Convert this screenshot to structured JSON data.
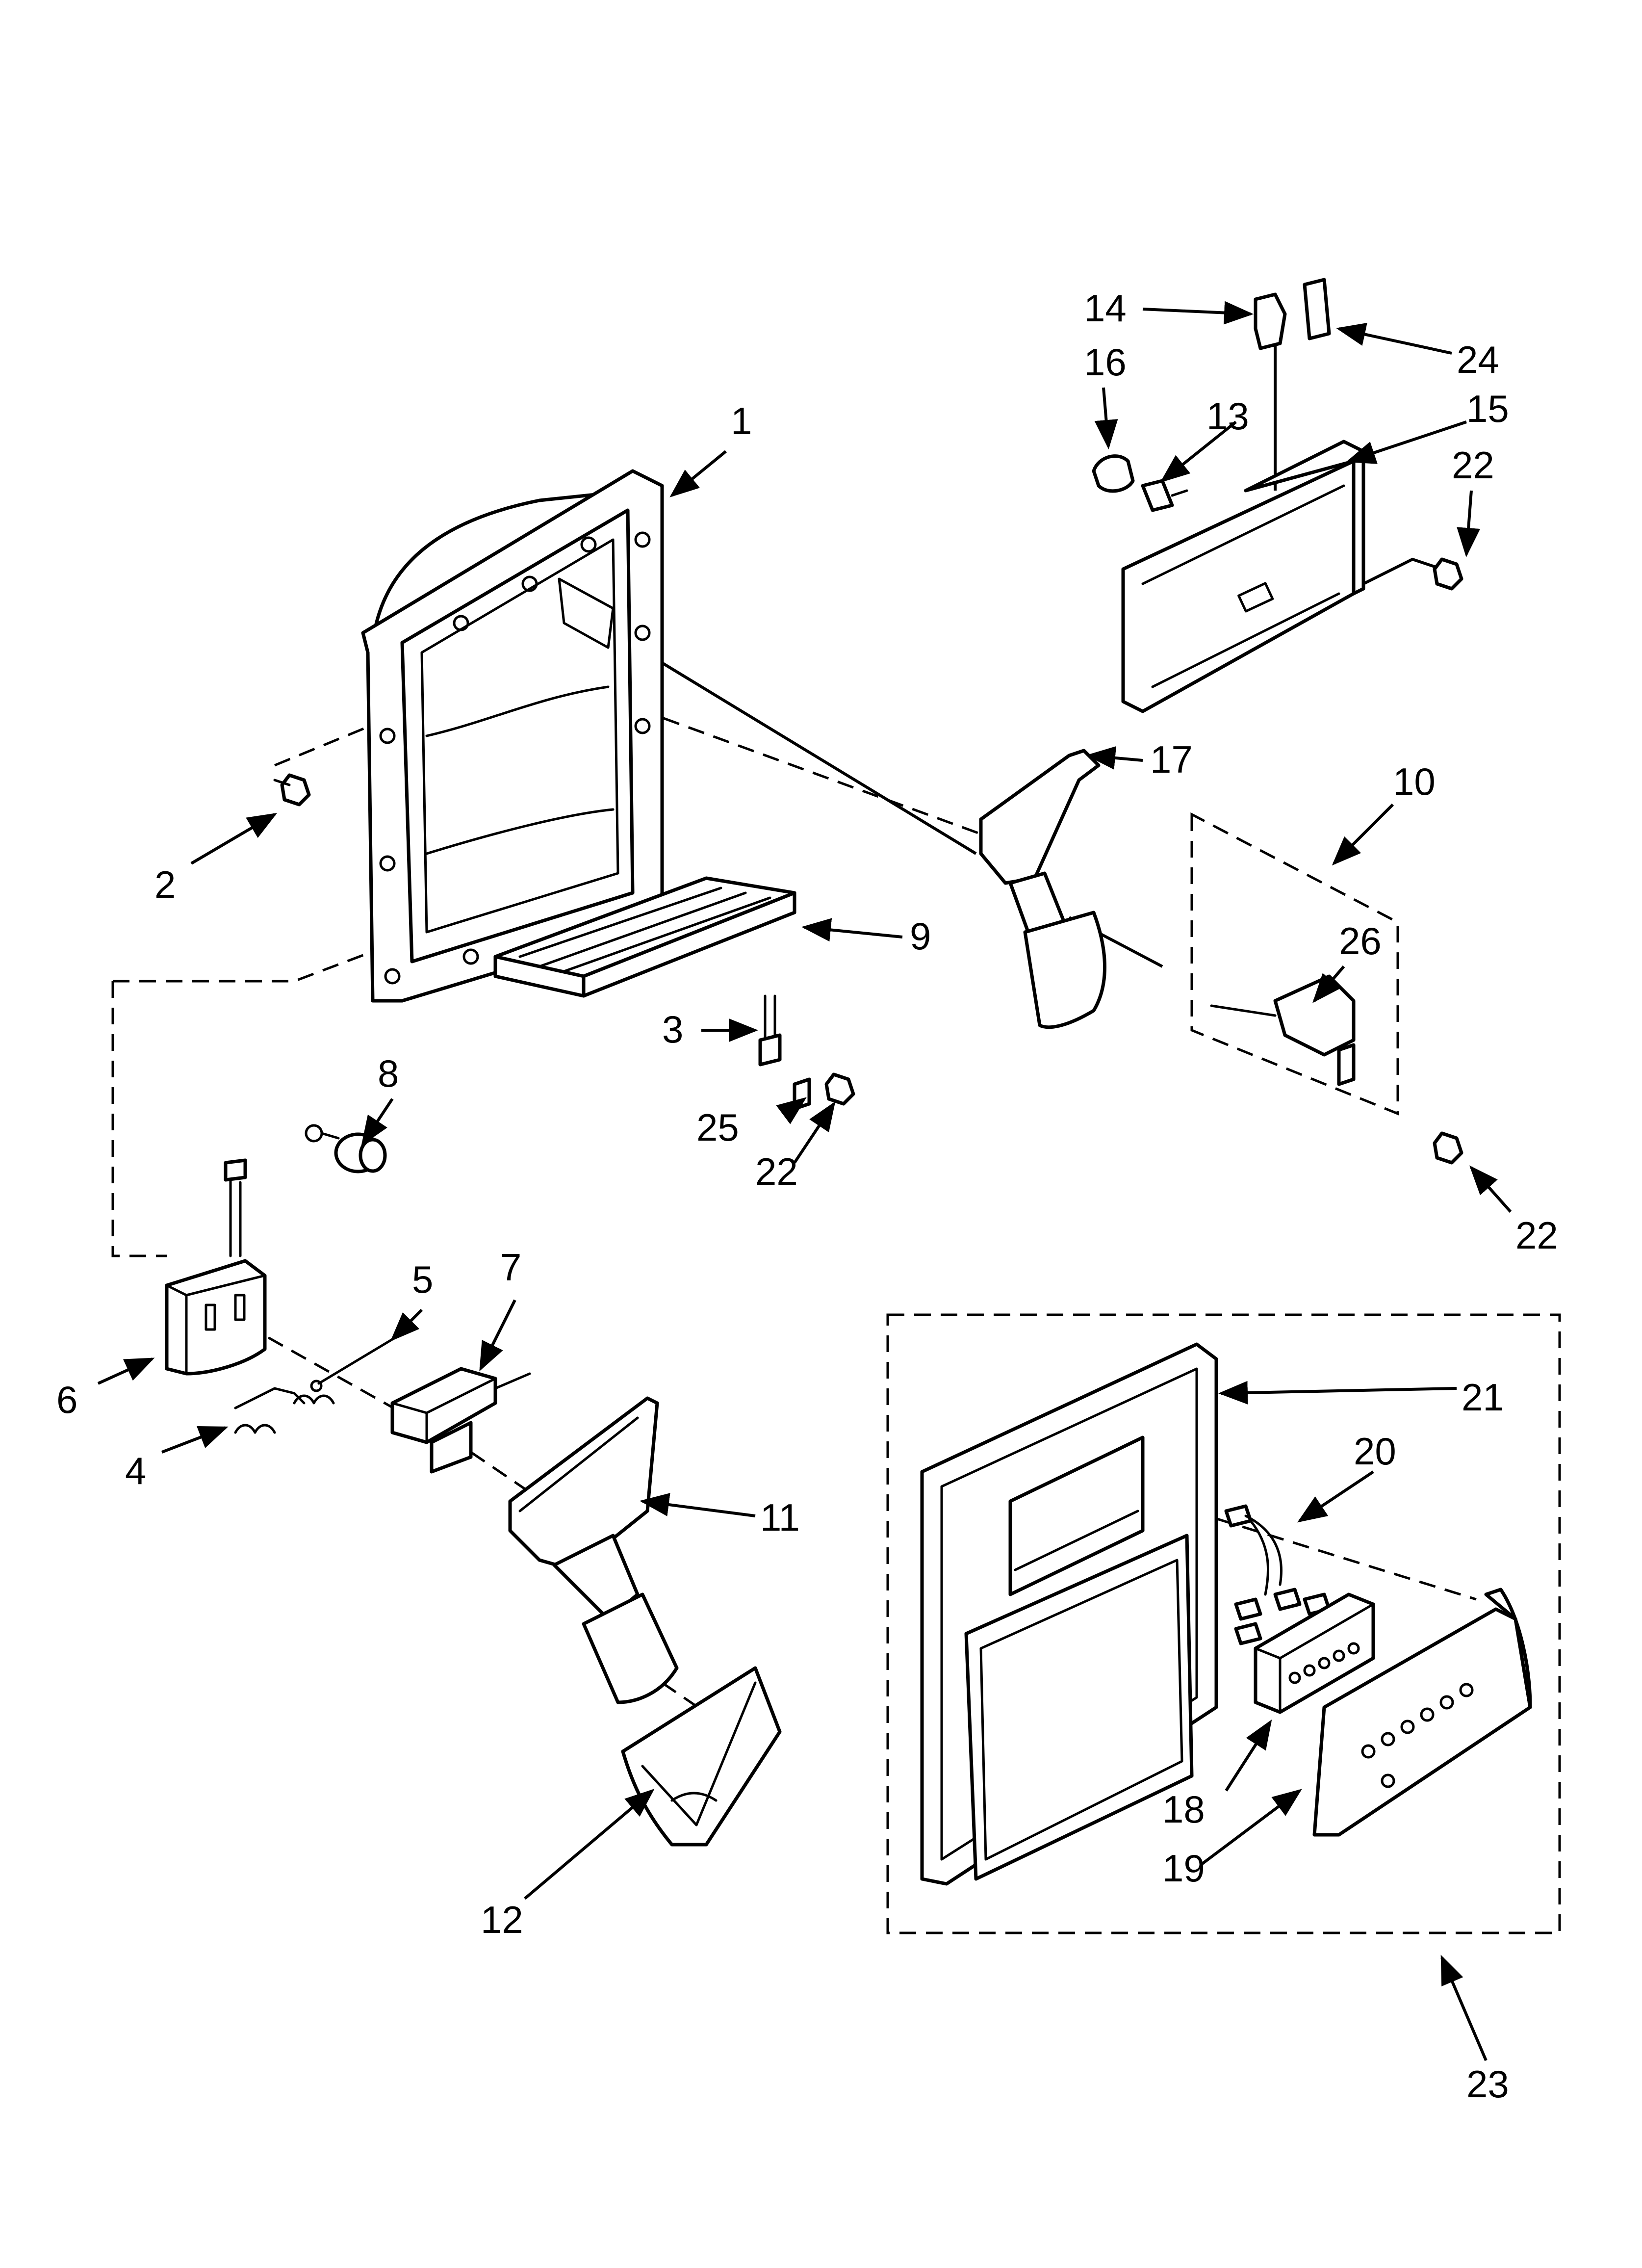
{
  "diagram": {
    "callouts": [
      {
        "key": "1",
        "label": "1"
      },
      {
        "key": "2",
        "label": "2"
      },
      {
        "key": "3",
        "label": "3"
      },
      {
        "key": "4",
        "label": "4"
      },
      {
        "key": "5",
        "label": "5"
      },
      {
        "key": "6",
        "label": "6"
      },
      {
        "key": "7",
        "label": "7"
      },
      {
        "key": "8",
        "label": "8"
      },
      {
        "key": "9",
        "label": "9"
      },
      {
        "key": "10",
        "label": "10"
      },
      {
        "key": "11",
        "label": "11"
      },
      {
        "key": "12",
        "label": "12"
      },
      {
        "key": "13",
        "label": "13"
      },
      {
        "key": "14",
        "label": "14"
      },
      {
        "key": "15",
        "label": "15"
      },
      {
        "key": "16",
        "label": "16"
      },
      {
        "key": "17",
        "label": "17"
      },
      {
        "key": "18",
        "label": "18"
      },
      {
        "key": "19",
        "label": "19"
      },
      {
        "key": "20",
        "label": "20"
      },
      {
        "key": "21",
        "label": "21"
      },
      {
        "key": "22a",
        "label": "22"
      },
      {
        "key": "22b",
        "label": "22"
      },
      {
        "key": "22c",
        "label": "22"
      },
      {
        "key": "23",
        "label": "23"
      },
      {
        "key": "24",
        "label": "24"
      },
      {
        "key": "25",
        "label": "25"
      },
      {
        "key": "26",
        "label": "26"
      }
    ]
  }
}
